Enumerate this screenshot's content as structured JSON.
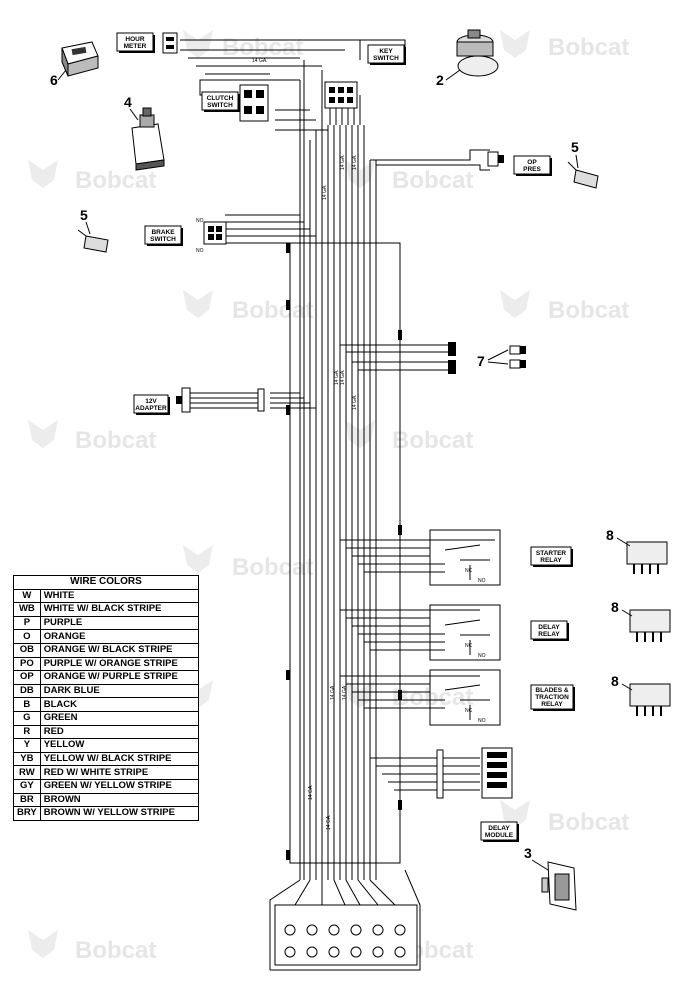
{
  "watermark": "Bobcat",
  "labels": {
    "hour_meter": [
      "HOUR",
      "METER"
    ],
    "key_switch": [
      "KEY",
      "SWITCH"
    ],
    "clutch_switch": [
      "CLUTCH",
      "SWITCH"
    ],
    "op_pres": [
      "OP",
      "PRES"
    ],
    "brake_switch": [
      "BRAKE",
      "SWITCH"
    ],
    "adapter_12v": [
      "12V",
      "ADAPTER"
    ],
    "starter_relay": [
      "STARTER",
      "RELAY"
    ],
    "delay_relay": [
      "DELAY",
      "RELAY"
    ],
    "blades_relay": [
      "BLADES &",
      "TRACTION",
      "RELAY"
    ],
    "delay_module": [
      "DELAY",
      "MODULE"
    ]
  },
  "callouts": {
    "n2": "2",
    "n3": "3",
    "n4": "4",
    "n5a": "5",
    "n5b": "5",
    "n6": "6",
    "n7": "7",
    "n8a": "8",
    "n8b": "8",
    "n8c": "8"
  },
  "wire_gauge": "14 GA.",
  "switch_terms": {
    "no": "NO",
    "nc": "NC"
  },
  "wire_colors": {
    "title": "WIRE COLORS",
    "rows": [
      {
        "code": "W",
        "name": "WHITE"
      },
      {
        "code": "WB",
        "name": "WHITE W/ BLACK STRIPE"
      },
      {
        "code": "P",
        "name": "PURPLE"
      },
      {
        "code": "O",
        "name": "ORANGE"
      },
      {
        "code": "OB",
        "name": "ORANGE W/ BLACK STRIPE"
      },
      {
        "code": "PO",
        "name": "PURPLE W/ ORANGE STRIPE"
      },
      {
        "code": "OP",
        "name": "ORANGE W/ PURPLE STRIPE"
      },
      {
        "code": "DB",
        "name": "DARK BLUE"
      },
      {
        "code": "B",
        "name": "BLACK"
      },
      {
        "code": "G",
        "name": "GREEN"
      },
      {
        "code": "R",
        "name": "RED"
      },
      {
        "code": "Y",
        "name": "YELLOW"
      },
      {
        "code": "YB",
        "name": "YELLOW W/ BLACK STRIPE"
      },
      {
        "code": "RW",
        "name": "RED W/ WHITE STRIPE"
      },
      {
        "code": "GY",
        "name": "GREEN W/ YELLOW STRIPE"
      },
      {
        "code": "BR",
        "name": "BROWN"
      },
      {
        "code": "BRY",
        "name": "BROWN W/ YELLOW STRIPE"
      }
    ]
  }
}
